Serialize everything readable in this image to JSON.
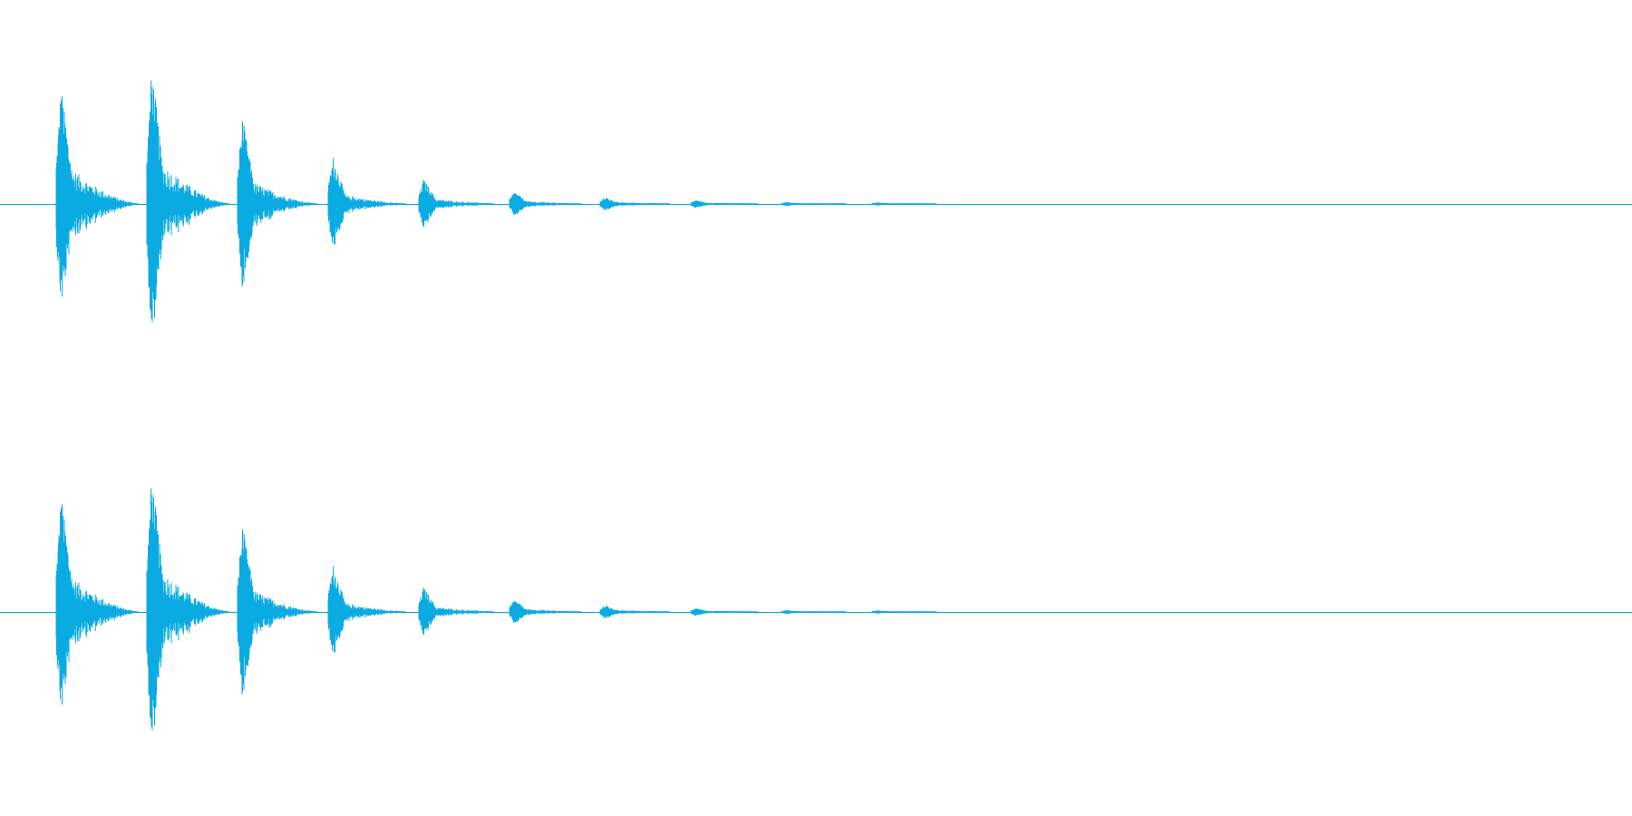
{
  "waveform": {
    "color": "#0aabe3",
    "background": "#ffffff",
    "channel_count": 2,
    "bursts": [
      {
        "peak_top": 0.85,
        "peak_bottom": 0.75,
        "tail": 0.24,
        "decay": 0.55
      },
      {
        "peak_top": 1.0,
        "peak_bottom": 1.0,
        "tail": 0.28,
        "decay": 0.55
      },
      {
        "peak_top": 0.62,
        "peak_bottom": 0.62,
        "tail": 0.15,
        "decay": 0.5
      },
      {
        "peak_top": 0.34,
        "peak_bottom": 0.34,
        "tail": 0.06,
        "decay": 0.45
      },
      {
        "peak_top": 0.18,
        "peak_bottom": 0.18,
        "tail": 0.03,
        "decay": 0.4
      },
      {
        "peak_top": 0.09,
        "peak_bottom": 0.09,
        "tail": 0.015,
        "decay": 0.35
      },
      {
        "peak_top": 0.05,
        "peak_bottom": 0.05,
        "tail": 0.008,
        "decay": 0.3
      },
      {
        "peak_top": 0.03,
        "peak_bottom": 0.03,
        "tail": 0.004,
        "decay": 0.25
      },
      {
        "peak_top": 0.015,
        "peak_bottom": 0.015,
        "tail": 0.0,
        "decay": 0.2
      },
      {
        "peak_top": 0.012,
        "peak_bottom": 0.012,
        "tail": 0.0,
        "decay": 0.2
      }
    ]
  }
}
